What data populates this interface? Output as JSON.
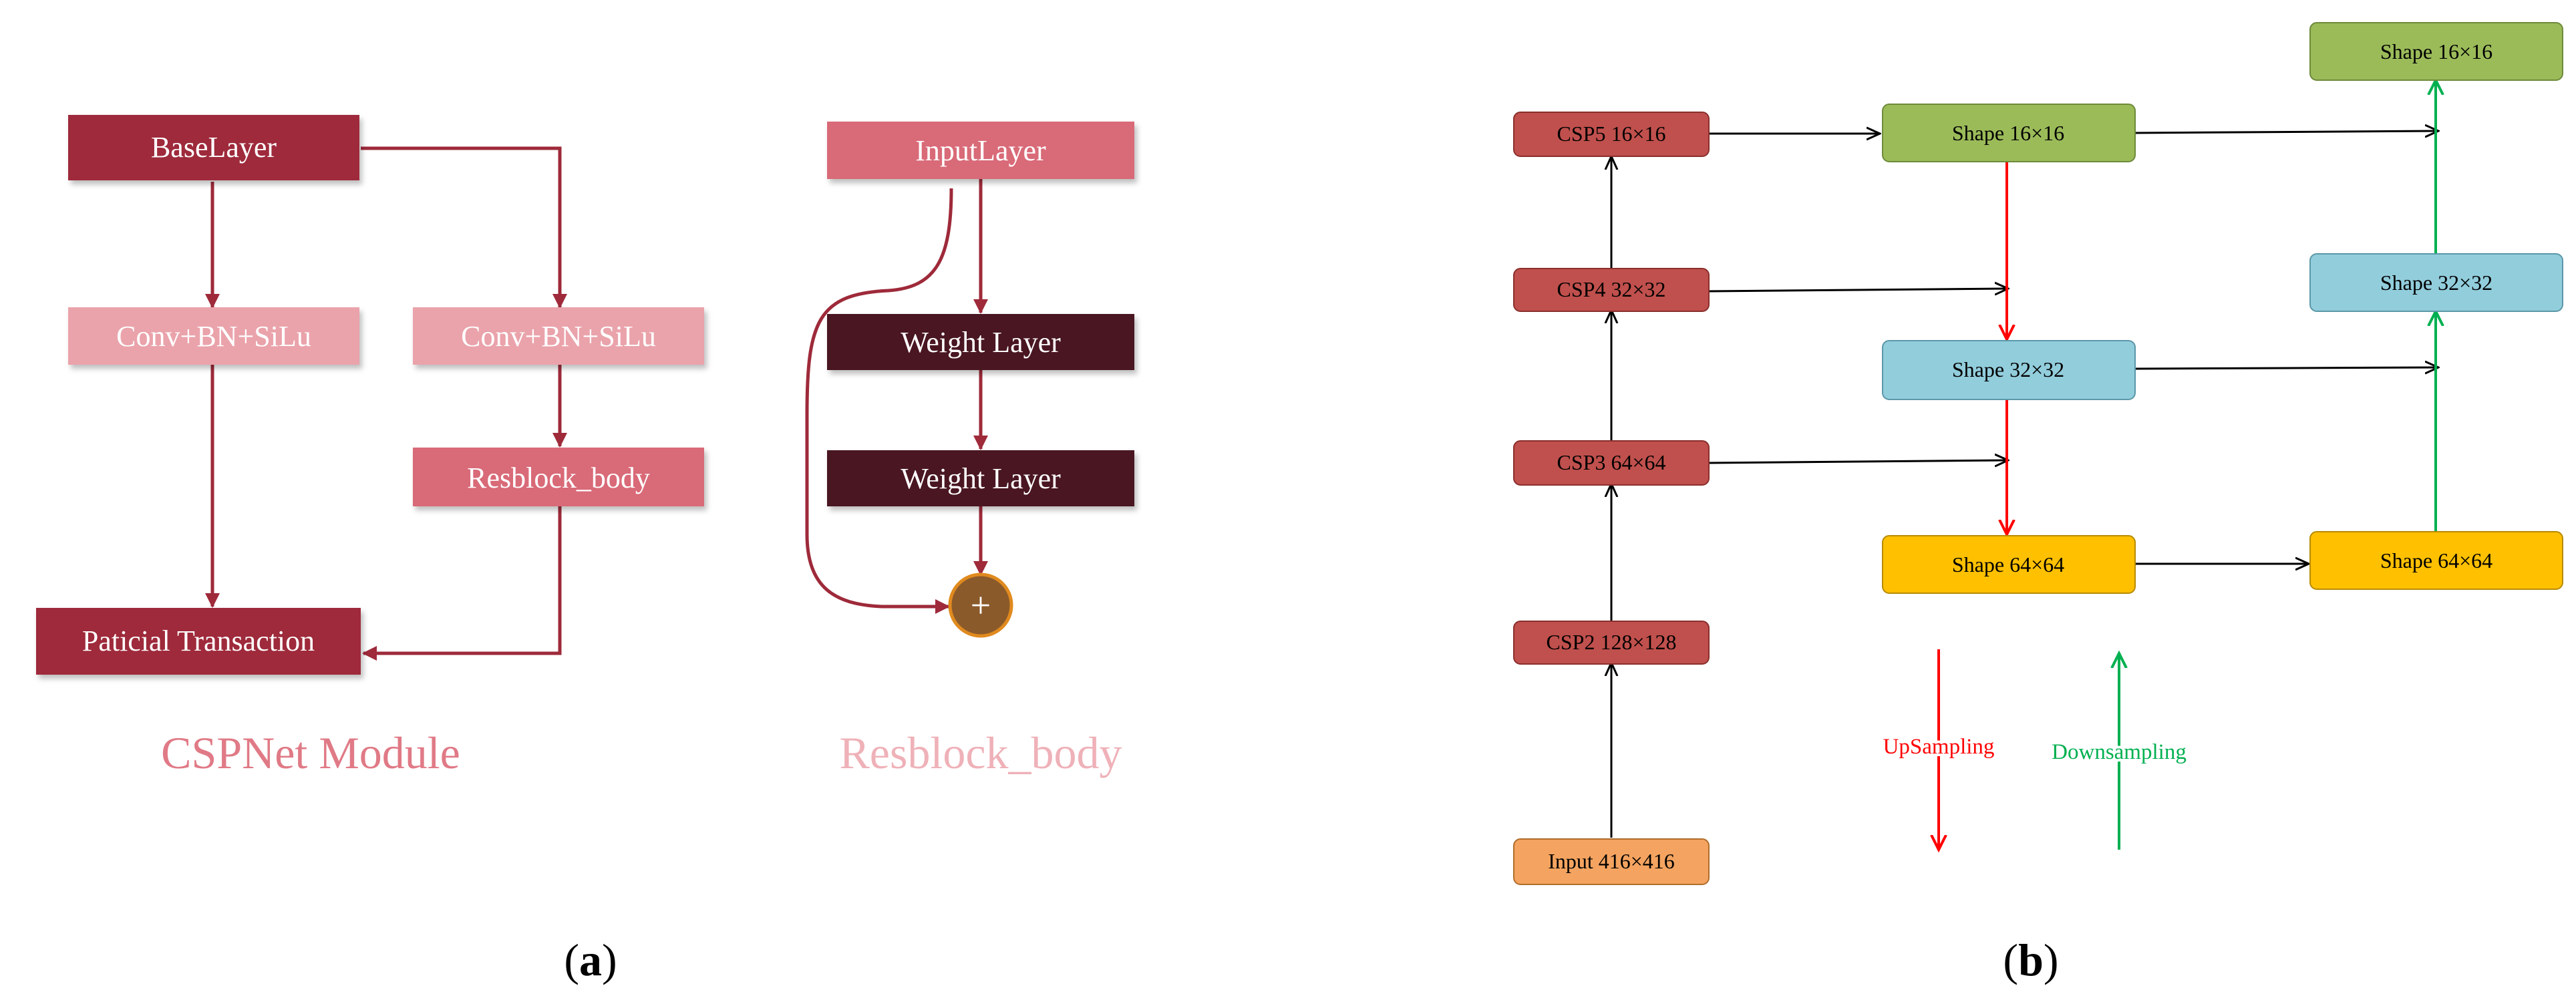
{
  "colors": {
    "dark_red": "#9e2a3a",
    "mid_red": "#d96b78",
    "pink": "#eaa3ab",
    "maroon": "#4a1620",
    "plus_fill": "#8b5a2b",
    "plus_stroke": "#e08a1e",
    "csp_red": "#c0504d",
    "input_orange": "#f4a460",
    "green": "#9bbb59",
    "blue": "#92cddc",
    "gold": "#ffc000",
    "arrow_red": "#ff0000",
    "arrow_green": "#00b050",
    "arrow_black": "#000000",
    "title_pink": "#e07a86",
    "title_light": "#efb1b8"
  },
  "panel_a": {
    "base_layer": "BaseLayer",
    "conv_left": "Conv+BN+SiLu",
    "conv_right": "Conv+BN+SiLu",
    "resblock": "Resblock_body",
    "partial": "Paticial Transaction",
    "cspnet_title": "CSPNet Module",
    "input_layer": "InputLayer",
    "weight1": "Weight Layer",
    "weight2": "Weight Layer",
    "plus": "+",
    "resblock_title": "Resblock_body",
    "caption_open": "(",
    "caption_letter": "a",
    "caption_close": ")"
  },
  "panel_b": {
    "csp5": "CSP5 16×16",
    "csp4": "CSP4 32×32",
    "csp3": "CSP3 64×64",
    "csp2": "CSP2 128×128",
    "input": "Input 416×416",
    "mid_16": "Shape 16×16",
    "mid_32": "Shape 32×32",
    "mid_64": "Shape 64×64",
    "right_16": "Shape 16×16",
    "right_32": "Shape 32×32",
    "right_64": "Shape 64×64",
    "upsampling": "UpSampling",
    "downsampling": "Downsampling",
    "caption_open": "(",
    "caption_letter": "b",
    "caption_close": ")"
  }
}
